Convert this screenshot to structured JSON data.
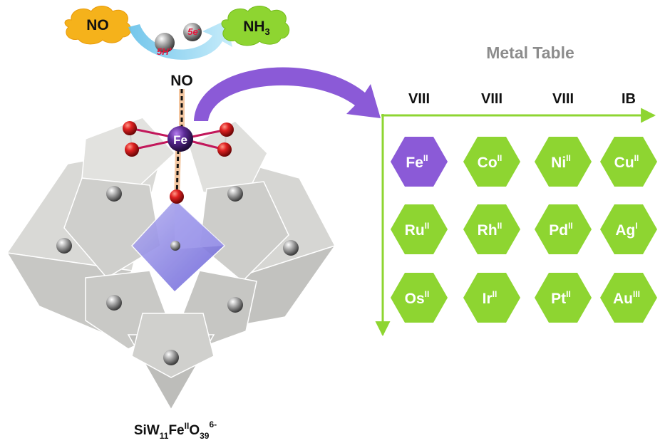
{
  "reaction": {
    "reactant": "NO",
    "product_main": "NH",
    "product_sub": "3",
    "protons_main": "5H",
    "protons_sup": "+",
    "electrons_main": "5e",
    "electrons_sup": "-"
  },
  "cluster": {
    "ligand": "NO",
    "center_metal": "Fe",
    "formula": {
      "p1": "SiW",
      "p1_sub": "11",
      "p2": "Fe",
      "p2_sup": "II",
      "p3": "O",
      "p3_sub": "39",
      "charge": "6-"
    }
  },
  "metal_table": {
    "title": "Metal Table",
    "groups": [
      "VIII",
      "VIII",
      "VIII",
      "IB"
    ],
    "rows": [
      [
        {
          "symbol": "Fe",
          "ox": "II",
          "highlight": true
        },
        {
          "symbol": "Co",
          "ox": "II",
          "highlight": false
        },
        {
          "symbol": "Ni",
          "ox": "II",
          "highlight": false
        },
        {
          "symbol": "Cu",
          "ox": "II",
          "highlight": false
        }
      ],
      [
        {
          "symbol": "Ru",
          "ox": "II",
          "highlight": false
        },
        {
          "symbol": "Rh",
          "ox": "II",
          "highlight": false
        },
        {
          "symbol": "Pd",
          "ox": "II",
          "highlight": false
        },
        {
          "symbol": "Ag",
          "ox": "I",
          "highlight": false
        }
      ],
      [
        {
          "symbol": "Os",
          "ox": "II",
          "highlight": false
        },
        {
          "symbol": "Ir",
          "ox": "II",
          "highlight": false
        },
        {
          "symbol": "Pt",
          "ox": "II",
          "highlight": false
        },
        {
          "symbol": "Au",
          "ox": "III",
          "highlight": false
        }
      ]
    ]
  },
  "colors": {
    "orange_cloud": "#f5b21b",
    "green": "#8ed531",
    "purple": "#8b5ad7",
    "arrow_blue": "#8fd3ef",
    "oxygen_red": "#d21f1f",
    "polyhedra": "#d3d3d0"
  }
}
